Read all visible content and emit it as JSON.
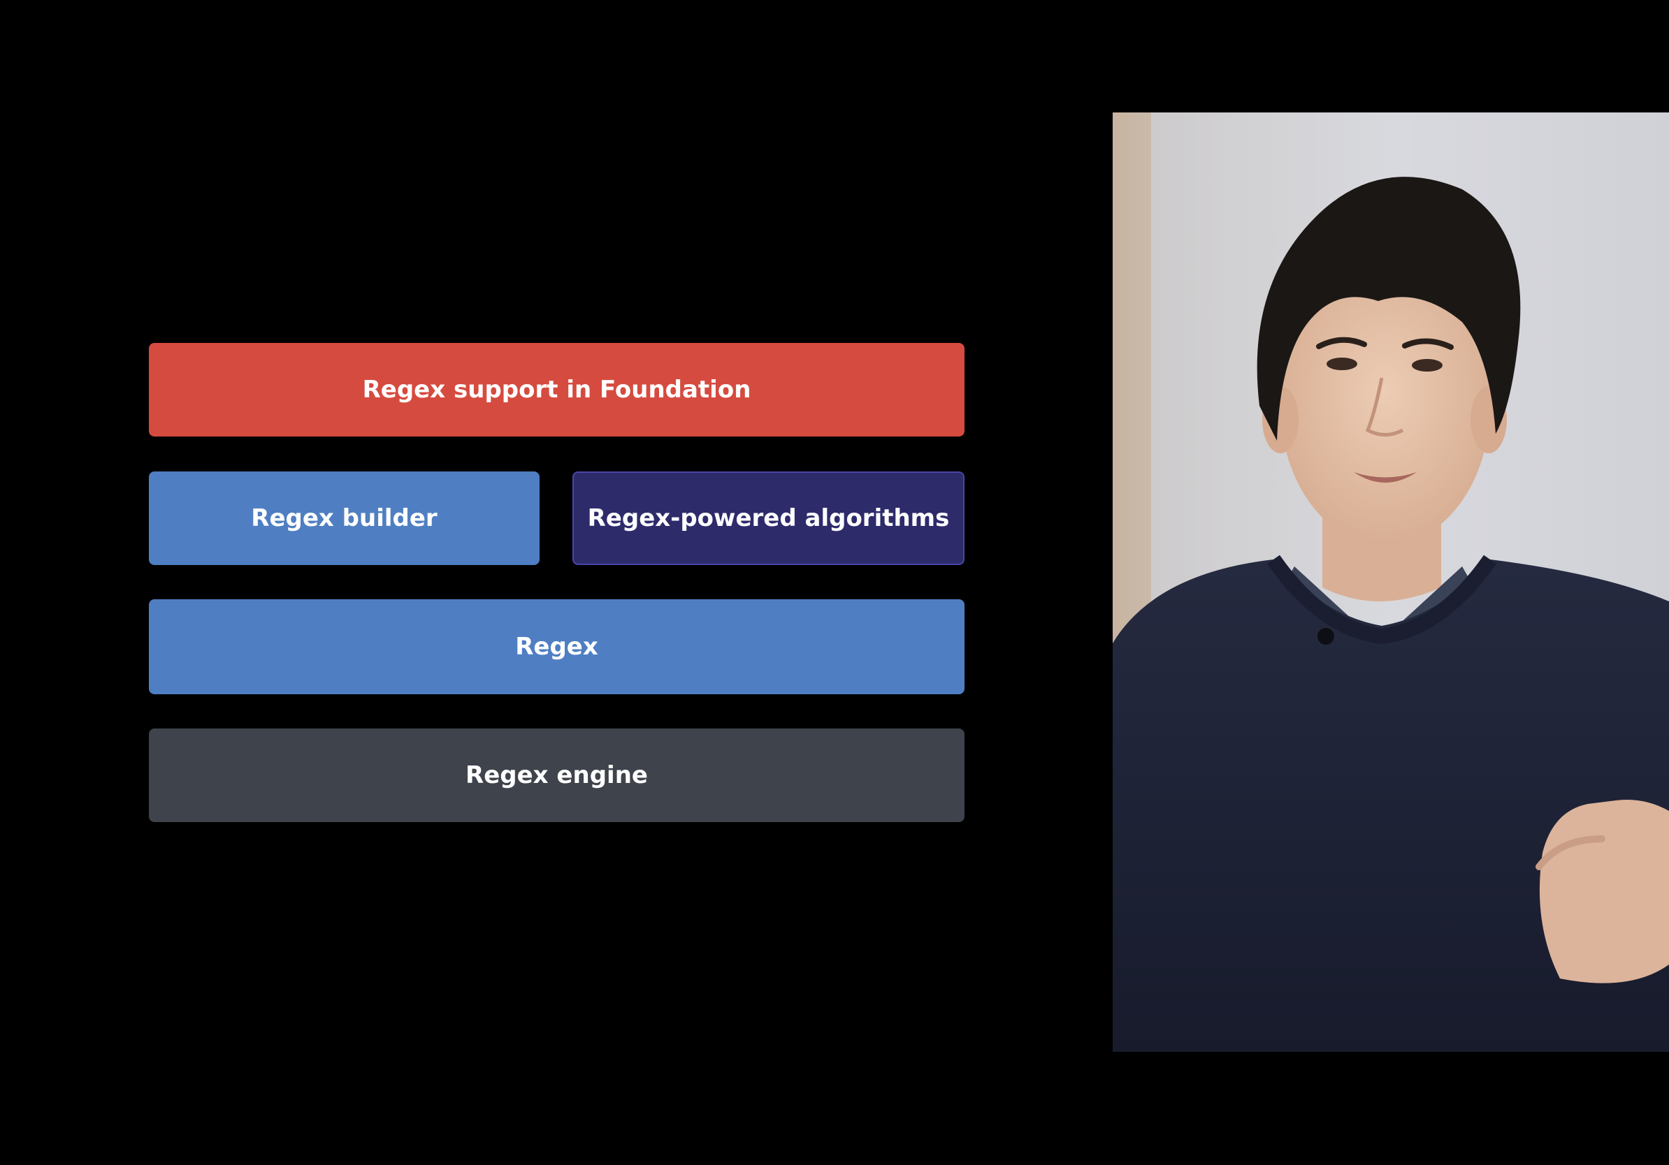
{
  "slide": {
    "blocks": [
      {
        "id": "foundation",
        "label": "Regex support in Foundation",
        "color": "#d64b3f"
      },
      {
        "id": "builder",
        "label": "Regex builder",
        "color": "#4f7fc2"
      },
      {
        "id": "algorithms",
        "label": "Regex-powered algorithms",
        "color": "#2e2b6b"
      },
      {
        "id": "regex",
        "label": "Regex",
        "color": "#4f7fc2"
      },
      {
        "id": "engine",
        "label": "Regex engine",
        "color": "#3f434b"
      }
    ]
  },
  "video": {
    "background": "#d5d6db",
    "sweater_color": "#1e2235",
    "hair_color": "#1b1715",
    "skin_color": "#e3c2a9"
  }
}
